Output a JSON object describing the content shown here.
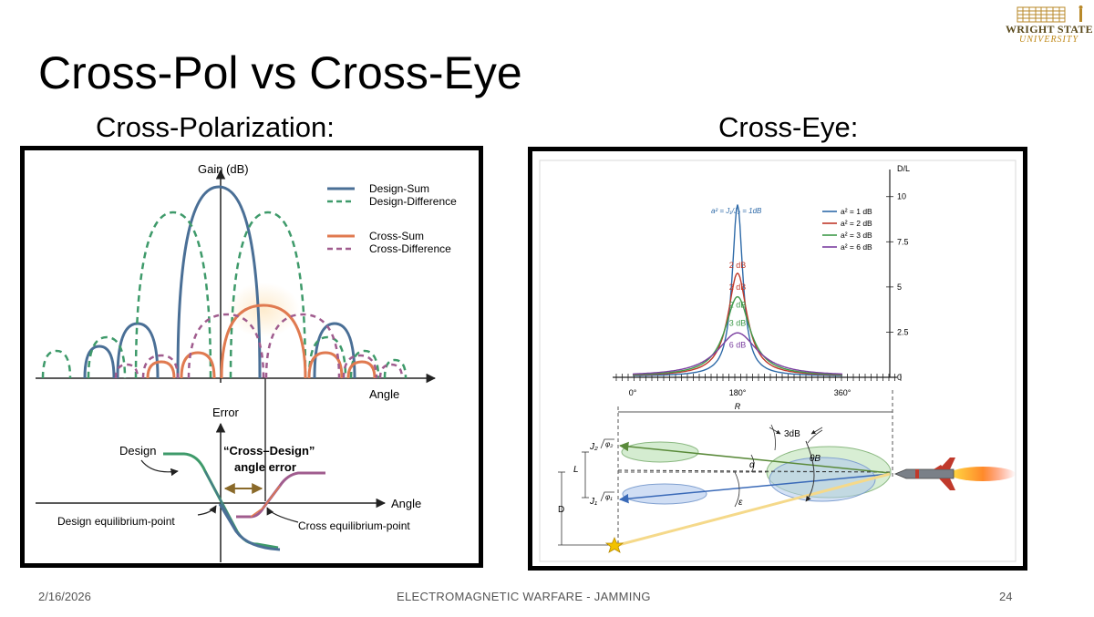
{
  "slide": {
    "title": "Cross-Pol vs Cross-Eye",
    "left_heading": "Cross-Polarization:",
    "right_heading": "Cross-Eye:",
    "footer_date": "2/16/2026",
    "footer_center": "ELECTROMAGNETIC WARFARE - JAMMING",
    "page_number": "24",
    "logo_line1": "WRIGHT STATE",
    "logo_line2": "UNIVERSITY"
  },
  "crosspol": {
    "gain_label": "Gain (dB)",
    "angle_label_top": "Angle",
    "error_label": "Error",
    "angle_label_bottom": "Angle",
    "legend": [
      "Design-Sum",
      "Design-Difference",
      "Cross-Sum",
      "Cross-Difference"
    ],
    "design_label": "Design",
    "cross_design_line1": "“Cross–Design”",
    "cross_design_line2": "angle error",
    "design_eq": "Design equilibrium-point",
    "cross_eq": "Cross equilibrium-point",
    "colors": {
      "design_sum": "#4a6f96",
      "design_diff": "#3e9a6a",
      "cross_sum": "#e07a50",
      "cross_diff": "#a05c8e"
    }
  },
  "crosseye": {
    "chart_data": {
      "type": "line",
      "ylabel": "D/L",
      "xlabel": "R",
      "x_ticks": [
        "0°",
        "180°",
        "360°"
      ],
      "y_ticks": [
        "0",
        "2.5",
        "5",
        "7.5",
        "10"
      ],
      "ylim": [
        0,
        11.5
      ],
      "xlim": [
        0,
        360
      ],
      "legend_title": "a² = J₁/J₂ = 1dB",
      "series": [
        {
          "name": "a² = 1 dB",
          "color": "#2e6aa8",
          "peak": 9.5,
          "width": 11
        },
        {
          "name": "a² = 2 dB",
          "color": "#c0392b",
          "peak": 5.7,
          "width": 20
        },
        {
          "name": "a² = 3 dB",
          "color": "#3f9a4a",
          "peak": 4.4,
          "width": 26
        },
        {
          "name": "a² = 6 dB",
          "color": "#7b3fa0",
          "peak": 2.4,
          "width": 42
        }
      ],
      "peak_labels": [
        {
          "text": "2 dB",
          "y": 6.2,
          "color": "#c0392b"
        },
        {
          "text": "2 dB",
          "y": 5.0,
          "color": "#c0392b"
        },
        {
          "text": "2 dB",
          "y": 4.0,
          "color": "#3f9a4a"
        },
        {
          "text": "3 dB",
          "y": 3.0,
          "color": "#3f9a4a"
        },
        {
          "text": "6 dB",
          "y": 1.8,
          "color": "#7b3fa0"
        }
      ]
    },
    "geometry": {
      "j2_label": "J₂",
      "phi2_label": "φ₂",
      "j1_label": "J₁",
      "phi1_label": "φ₁",
      "l_label": "L",
      "d_label": "D",
      "alpha_label": "α",
      "epsilon_label": "ε",
      "beamwidth_label": "3dB",
      "theta_label": "θB"
    }
  }
}
